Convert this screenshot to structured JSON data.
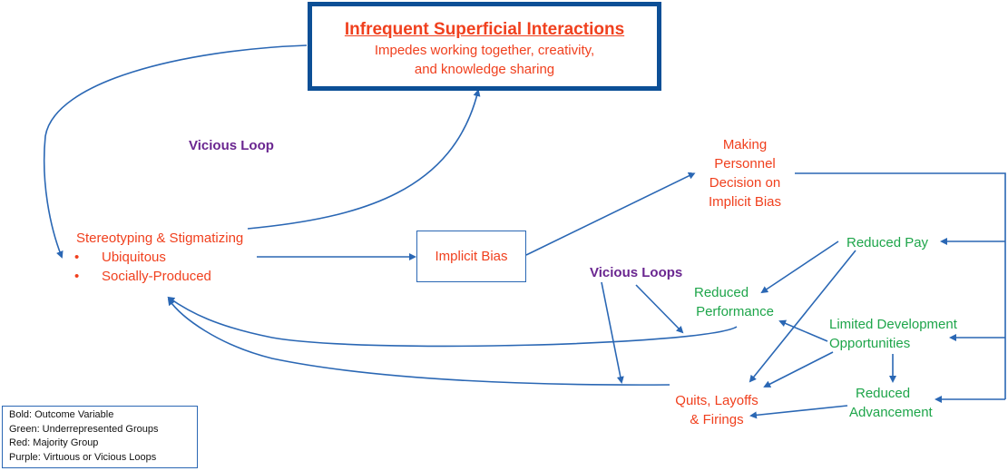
{
  "title_box": {
    "title": "Infrequent Superficial Interactions",
    "subtitle_line1": "Impedes working together, creativity,",
    "subtitle_line2": "and knowledge sharing"
  },
  "loop_labels": {
    "vicious_loop": "Vicious Loop",
    "vicious_loops": "Vicious Loops"
  },
  "stereotyping": {
    "heading": "Stereotyping & Stigmatizing",
    "bullets": [
      "Ubiquitous",
      "Socially-Produced"
    ]
  },
  "implicit_bias": "Implicit Bias",
  "personnel_decision": [
    "Making",
    "Personnel",
    "Decision on",
    "Implicit Bias"
  ],
  "outcomes": {
    "reduced_pay": "Reduced Pay",
    "reduced_performance": [
      "Reduced",
      "Performance"
    ],
    "limited_development": [
      "Limited Development",
      "Opportunities"
    ],
    "reduced_advancement": [
      "Reduced",
      "Advancement"
    ],
    "quits": [
      "Quits, Layoffs",
      "& Firings"
    ]
  },
  "legend": [
    "Bold: Outcome Variable",
    "Green: Underrepresented Groups",
    "Red: Majority Group",
    "Purple: Virtuous or Vicious Loops"
  ],
  "colors": {
    "majority_red": "#f0401e",
    "underrepresented_green": "#1ea54a",
    "loop_purple": "#6a2690",
    "arrow_blue": "#2a67b4",
    "box_border": "#0c4f96"
  }
}
